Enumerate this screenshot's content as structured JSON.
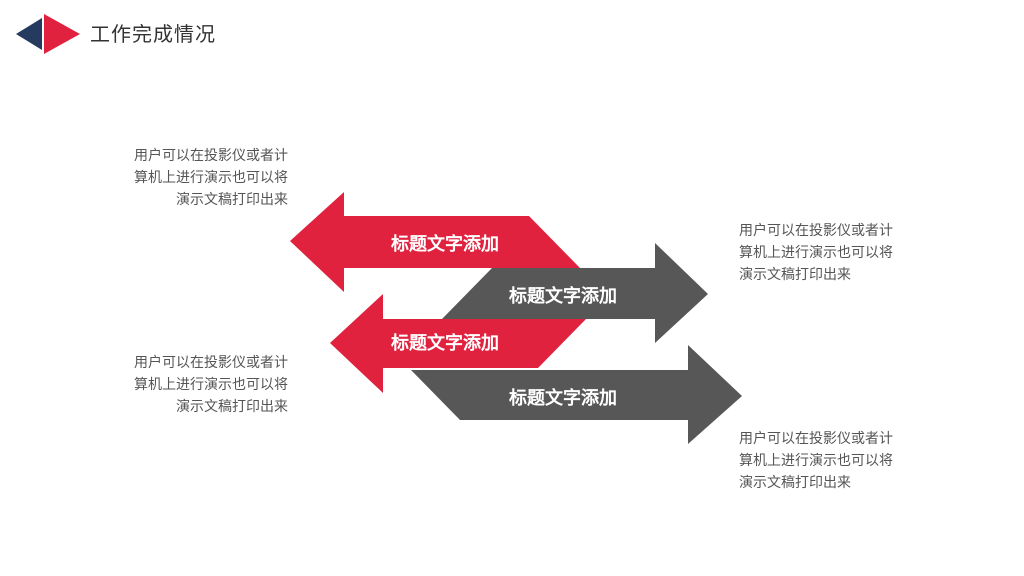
{
  "header": {
    "title": "工作完成情况"
  },
  "colors": {
    "accent_red": "#e0223f",
    "accent_navy": "#243a5e",
    "arrow_gray": "#575757",
    "text_gray": "#555555"
  },
  "arrows": [
    {
      "label": "标题文字添加",
      "direction": "left",
      "color": "red"
    },
    {
      "label": "标题文字添加",
      "direction": "right",
      "color": "gray"
    },
    {
      "label": "标题文字添加",
      "direction": "left",
      "color": "red"
    },
    {
      "label": "标题文字添加",
      "direction": "right",
      "color": "gray"
    }
  ],
  "descriptions": [
    {
      "lines": [
        "用户可以在投影仪或者计",
        "算机上进行演示也可以将",
        "演示文稿打印出来"
      ]
    },
    {
      "lines": [
        "用户可以在投影仪或者计",
        "算机上进行演示也可以将",
        "演示文稿打印出来"
      ]
    },
    {
      "lines": [
        "用户可以在投影仪或者计",
        "算机上进行演示也可以将",
        "演示文稿打印出来"
      ]
    },
    {
      "lines": [
        "用户可以在投影仪或者计",
        "算机上进行演示也可以将",
        "演示文稿打印出来"
      ]
    }
  ]
}
